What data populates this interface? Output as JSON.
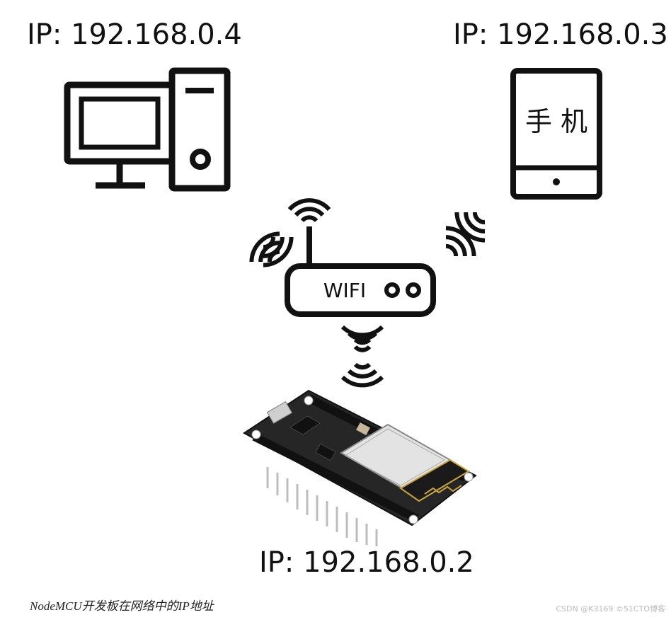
{
  "labels": {
    "pc_ip": "IP: 192.168.0.4",
    "phone_ip": "IP: 192.168.0.3",
    "board_ip": "IP: 192.168.0.2",
    "phone_text": "手 机",
    "router_text": "WIFI"
  },
  "caption": "NodeMCU开发板在网络中的IP地址",
  "watermark": "CSDN @K3169 ©51CTO博客",
  "icons": [
    "desktop-computer-icon",
    "mobile-phone-icon",
    "wifi-router-icon",
    "signal-wave-icon",
    "nodemcu-board-image"
  ]
}
